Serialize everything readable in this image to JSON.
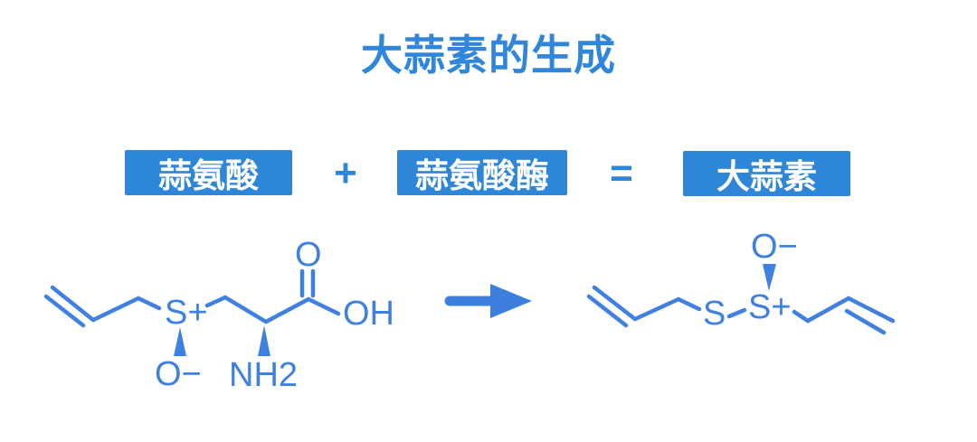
{
  "title": "大蒜素的生成",
  "colors": {
    "primary_blue": "#2e86d9",
    "title_blue": "#2f86da",
    "structure_blue": "#3f80e2",
    "box_text_white": "#ffffff",
    "background": "#ffffff"
  },
  "equation": {
    "reactant1_label": "蒜氨酸",
    "plus_sign": "+",
    "reactant2_label": "蒜氨酸酶",
    "equals_sign": "=",
    "product_label": "大蒜素"
  },
  "alliin_structure": {
    "sulfonium_label": "S+",
    "oxide_label": "O−",
    "amine_label": "NH2",
    "carbonyl_oxygen_label": "O",
    "hydroxyl_label": "OH"
  },
  "allicin_structure": {
    "sulfide_label": "S",
    "sulfonium_label": "S+",
    "oxide_label": "O−"
  }
}
